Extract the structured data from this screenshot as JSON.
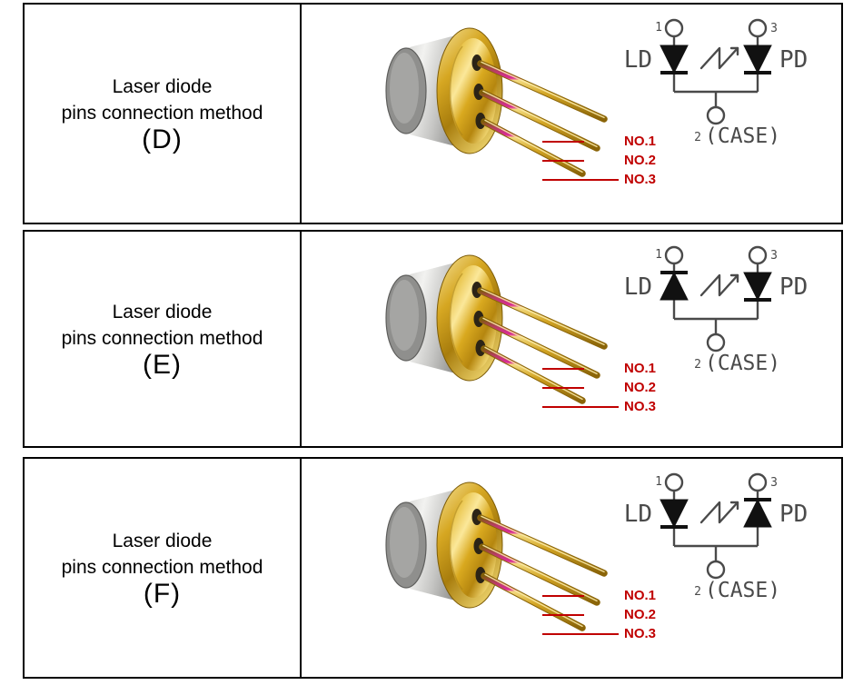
{
  "document": {
    "title": "Laser diode pins connection method",
    "accent_red": "#c00000",
    "border_color": "#000000",
    "schematic_ink": "#4a4a4a"
  },
  "variants": [
    {
      "id": "variant-d",
      "label_line1": "Laser diode",
      "label_line2": "pins connection method",
      "letter": "(D)",
      "photo": {
        "name": "to-can-laser-diode-photo",
        "cap_color": "#b9b9b7",
        "flange_color": "#d8a823",
        "pin_color": "#d4aa2e",
        "pin_count": 3
      },
      "callouts": [
        {
          "text": "NO.1",
          "rule_width": 46
        },
        {
          "text": "NO.2",
          "rule_width": 46
        },
        {
          "text": "NO.3",
          "rule_width": 84
        }
      ],
      "schematic": {
        "pin1_number": "1",
        "pin3_number": "3",
        "pin2_number": "2",
        "case_text": "(CASE)",
        "left_device_label": "LD",
        "right_device_label": "PD",
        "ld_direction": "down",
        "pd_direction": "down"
      }
    },
    {
      "id": "variant-e",
      "label_line1": "Laser diode",
      "label_line2": "pins connection method",
      "letter": "(E)",
      "photo": {
        "name": "to-can-laser-diode-photo",
        "cap_color": "#b9b9b7",
        "flange_color": "#d8a823",
        "pin_color": "#d4aa2e",
        "pin_count": 3
      },
      "callouts": [
        {
          "text": "NO.1",
          "rule_width": 46
        },
        {
          "text": "NO.2",
          "rule_width": 46
        },
        {
          "text": "NO.3",
          "rule_width": 84
        }
      ],
      "schematic": {
        "pin1_number": "1",
        "pin3_number": "3",
        "pin2_number": "2",
        "case_text": "(CASE)",
        "left_device_label": "LD",
        "right_device_label": "PD",
        "ld_direction": "up",
        "pd_direction": "down"
      }
    },
    {
      "id": "variant-f",
      "label_line1": "Laser diode",
      "label_line2": "pins connection method",
      "letter": "(F)",
      "photo": {
        "name": "to-can-laser-diode-photo",
        "cap_color": "#b9b9b7",
        "flange_color": "#d8a823",
        "pin_color": "#d4aa2e",
        "pin_count": 3
      },
      "callouts": [
        {
          "text": "NO.1",
          "rule_width": 46
        },
        {
          "text": "NO.2",
          "rule_width": 46
        },
        {
          "text": "NO.3",
          "rule_width": 84
        }
      ],
      "schematic": {
        "pin1_number": "1",
        "pin3_number": "3",
        "pin2_number": "2",
        "case_text": "(CASE)",
        "left_device_label": "LD",
        "right_device_label": "PD",
        "ld_direction": "down",
        "pd_direction": "up"
      }
    }
  ]
}
